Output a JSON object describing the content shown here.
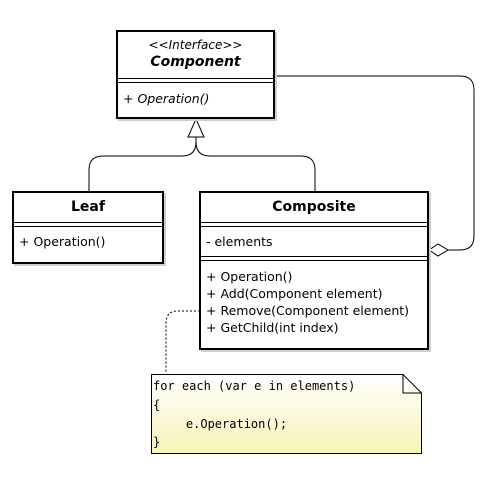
{
  "component": {
    "stereotype": "<<Interface>>",
    "name": "Component",
    "operations": [
      "+ Operation()"
    ]
  },
  "leaf": {
    "name": "Leaf",
    "operations": [
      "+ Operation()"
    ]
  },
  "composite": {
    "name": "Composite",
    "attributes": [
      "- elements"
    ],
    "operations": [
      "+ Operation()",
      "+ Add(Component element)",
      "+ Remove(Component element)",
      "+ GetChild(int index)"
    ]
  },
  "note": {
    "lines": [
      "for each (var e in elements)",
      "{",
      "    e.Operation();",
      "}"
    ]
  },
  "colors": {
    "note_fill_top": "#ffffff",
    "note_fill_bottom": "#f7f3b8",
    "shadow": "#cfcfcf",
    "line": "#000000"
  }
}
